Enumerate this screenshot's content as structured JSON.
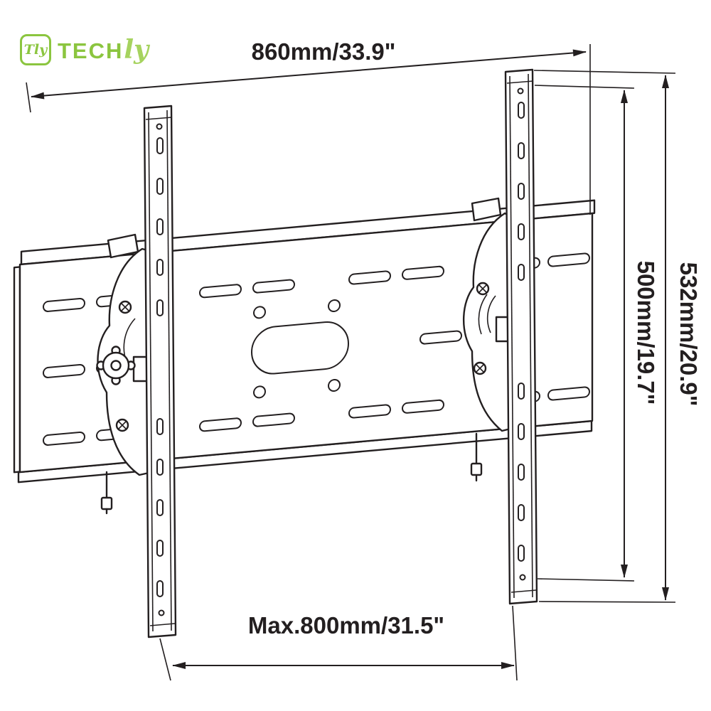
{
  "logo": {
    "icon_text": "Tly",
    "brand_main": "TECH",
    "brand_script": "ly"
  },
  "diagram": {
    "subject": "tilting TV wall mount bracket technical drawing",
    "dimensions": {
      "top_width": "860mm/33.9\"",
      "inner_height": "500mm/19.7\"",
      "outer_height": "532mm/20.9\"",
      "bottom_width": "Max.800mm/31.5\""
    }
  },
  "colors": {
    "line": "#231f20",
    "logo_green": "#8bc53f",
    "logo_green_light": "#a6d35f"
  }
}
